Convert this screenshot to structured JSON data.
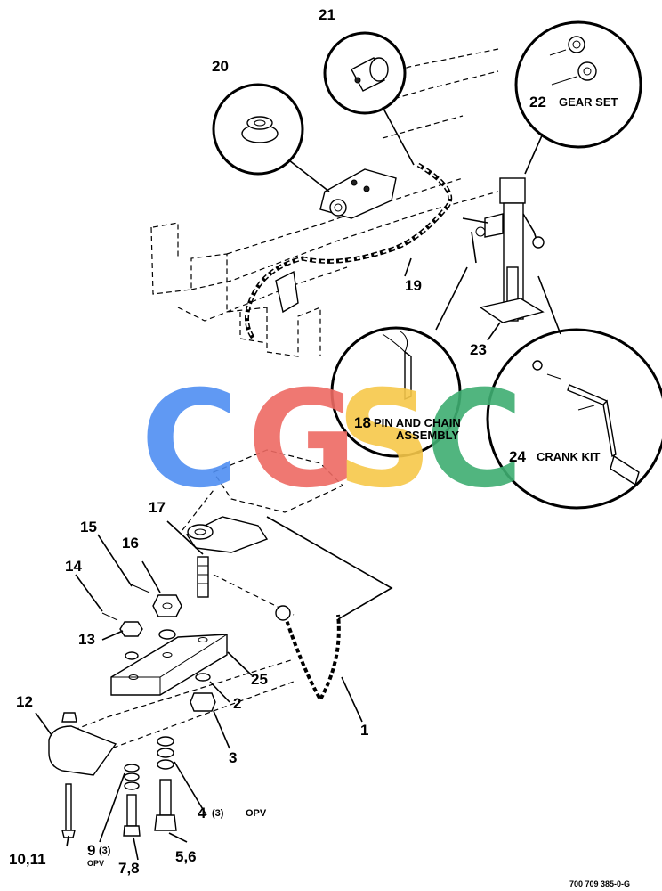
{
  "callouts": {
    "c1": "1",
    "c2": "2",
    "c3": "3",
    "c4": "4",
    "c4_qty": "(3)",
    "c4_note": "OPV",
    "c5_6": "5,6",
    "c7_8": "7,8",
    "c9": "9",
    "c9_qty": "(3)",
    "c9_note": "OPV",
    "c10_11": "10,11",
    "c12": "12",
    "c13": "13",
    "c14": "14",
    "c15": "15",
    "c16": "16",
    "c17": "17",
    "c19": "19",
    "c20": "20",
    "c21": "21",
    "c23": "23",
    "c25": "25"
  },
  "kits": {
    "gear_num": "22",
    "gear_label": "GEAR SET",
    "pin_num": "18",
    "pin_label_1": "PIN AND CHAIN",
    "pin_label_2": "ASSEMBLY",
    "crank_num": "24",
    "crank_label": "CRANK KIT"
  },
  "watermark": {
    "letters": [
      "C",
      "G",
      "S",
      "C"
    ],
    "colors": [
      "#4f8ef2",
      "#ee6a63",
      "#f7c84a",
      "#3fae72"
    ]
  },
  "figure_id": "700 709 385-0-G"
}
